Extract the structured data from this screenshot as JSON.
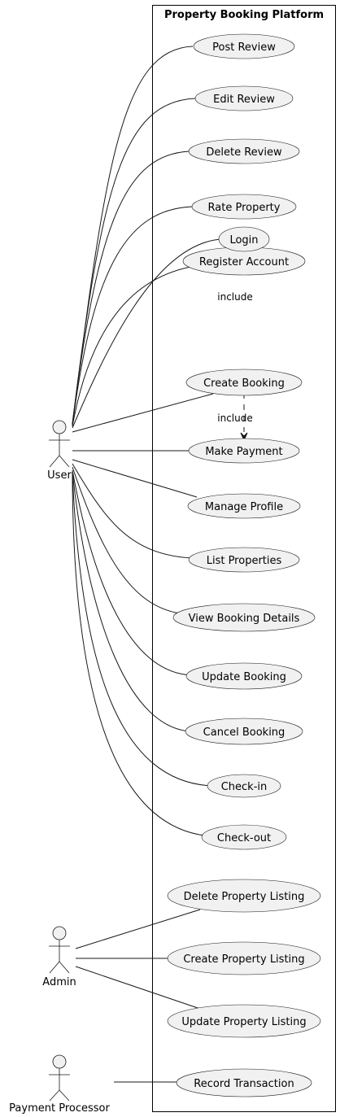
{
  "system": {
    "title": "Property Booking Platform"
  },
  "actors": {
    "user": {
      "label": "User"
    },
    "admin": {
      "label": "Admin"
    },
    "payment_processor": {
      "label": "Payment Processor"
    }
  },
  "use_cases": {
    "post_review": "Post Review",
    "edit_review": "Edit Review",
    "delete_review": "Delete Review",
    "rate_property": "Rate Property",
    "register_account": "Register Account",
    "login": "Login",
    "create_booking": "Create Booking",
    "make_payment": "Make Payment",
    "manage_profile": "Manage Profile",
    "list_properties": "List Properties",
    "view_booking_details": "View Booking Details",
    "update_booking": "Update Booking",
    "cancel_booking": "Cancel Booking",
    "check_in": "Check-in",
    "check_out": "Check-out",
    "delete_property_listing": "Delete Property Listing",
    "create_property_listing": "Create Property Listing",
    "update_property_listing": "Update Property Listing",
    "record_transaction": "Record Transaction"
  },
  "relations": {
    "register_includes_login": "include",
    "booking_includes_payment": "include"
  }
}
